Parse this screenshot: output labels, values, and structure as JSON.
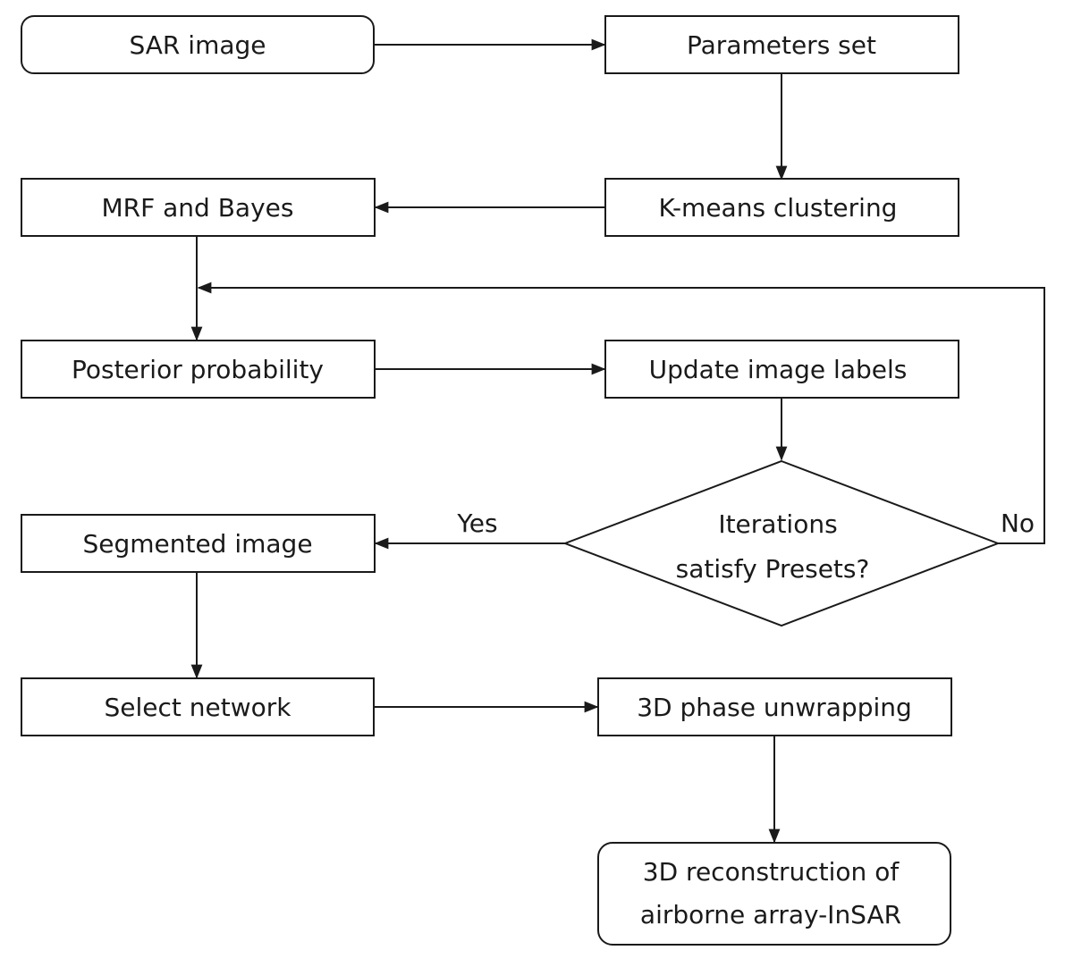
{
  "diagram": {
    "nodes": {
      "sar_image": "SAR image",
      "parameters_set": "Parameters set",
      "kmeans": "K-means clustering",
      "mrf_bayes": "MRF and Bayes",
      "posterior": "Posterior probability",
      "update_labels": "Update image labels",
      "decision_line1": "Iterations",
      "decision_line2": "satisfy Presets?",
      "segmented": "Segmented image",
      "select_network": "Select network",
      "phase_unwrap": "3D phase unwrapping",
      "reconstruction_line1": "3D reconstruction of",
      "reconstruction_line2": "airborne array-InSAR"
    },
    "edge_labels": {
      "yes": "Yes",
      "no": "No"
    },
    "colors": {
      "stroke": "#1a1a1a",
      "fill": "#ffffff"
    }
  }
}
